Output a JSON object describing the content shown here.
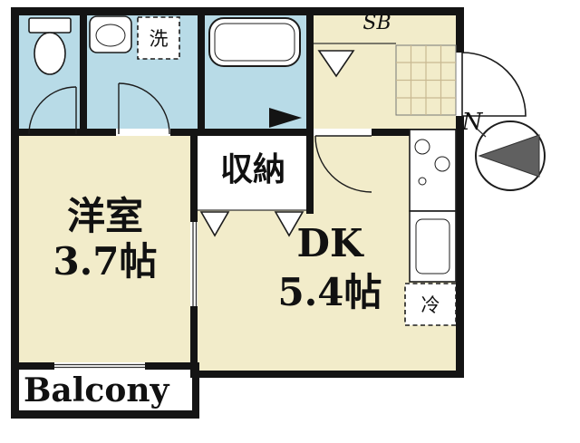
{
  "labels": {
    "room_western": {
      "line1": "洋室",
      "line2": "3.7帖"
    },
    "room_dk": {
      "line1": "DK",
      "line2": "5.4帖"
    },
    "closet": "収納",
    "balcony": "Balcony",
    "shoe_box": "SB",
    "washing_machine": "洗",
    "refrigerator": "冷",
    "compass_north": "N"
  },
  "colors": {
    "floor_cream": "#f2ecca",
    "floor_wet": "#b8dbe7",
    "wall": "#141414",
    "tile_line": "#c9b992",
    "compass_arrow": "#606060"
  }
}
